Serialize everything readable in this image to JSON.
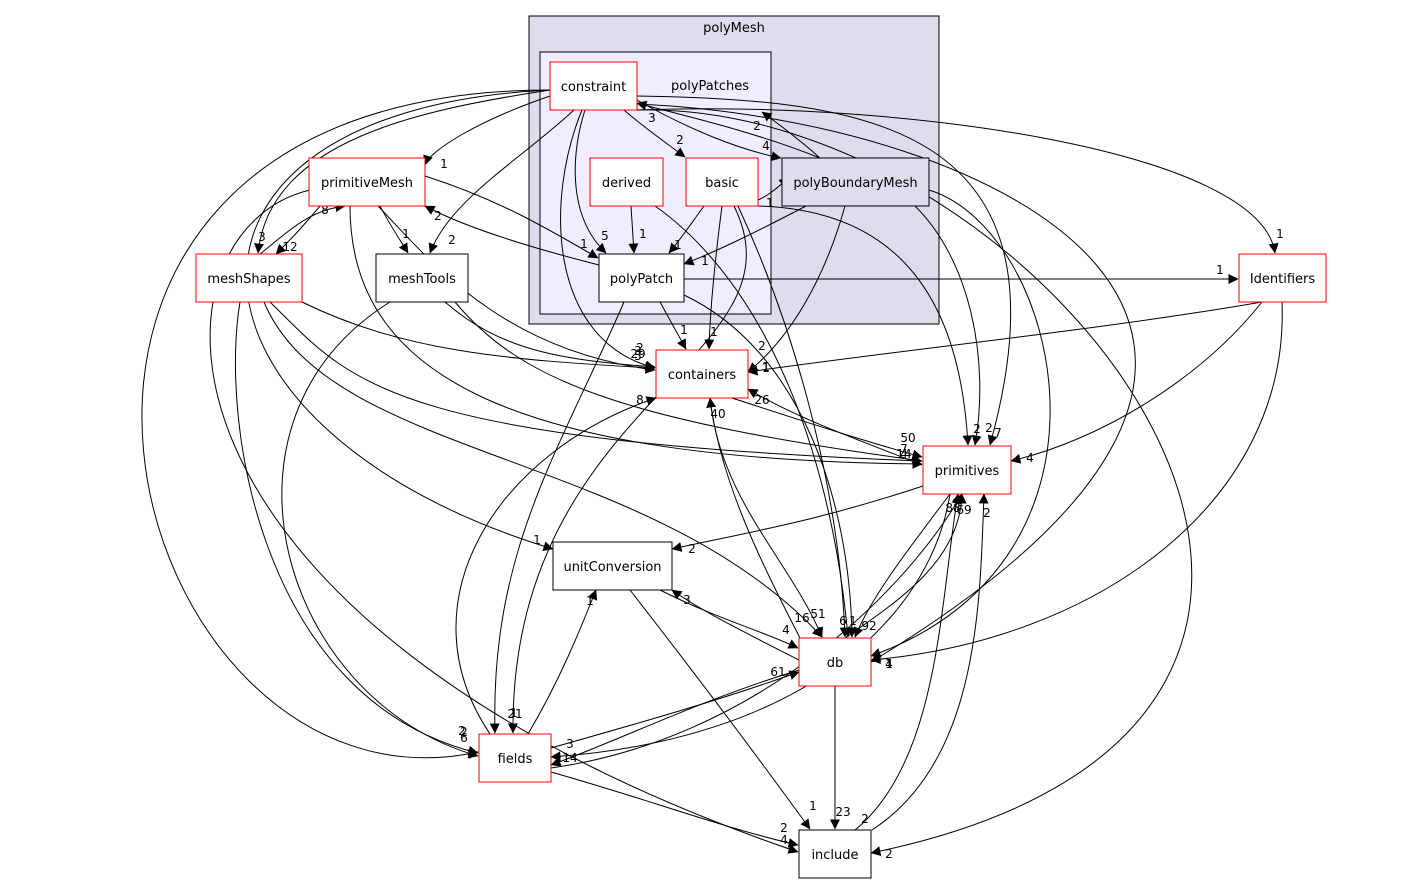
{
  "colors": {
    "outer_cluster_fill": "#ddddee",
    "inner_cluster_fill": "#eeeeff",
    "red_border": "#ff0000",
    "black_border": "#000000",
    "node_fill": "#ffffff",
    "dir_node_fill": "#ddddee"
  },
  "clusters": [
    {
      "id": "polyMesh",
      "label": "polyMesh"
    },
    {
      "id": "polyPatches",
      "label": "polyPatches"
    }
  ],
  "nodes": [
    {
      "id": "constraint",
      "label": "constraint",
      "border": "red"
    },
    {
      "id": "derived",
      "label": "derived",
      "border": "red"
    },
    {
      "id": "basic",
      "label": "basic",
      "border": "red"
    },
    {
      "id": "polyBoundaryMesh",
      "label": "polyBoundaryMesh",
      "border": "black"
    },
    {
      "id": "polyPatch",
      "label": "polyPatch",
      "border": "black"
    },
    {
      "id": "primitiveMesh",
      "label": "primitiveMesh",
      "border": "red"
    },
    {
      "id": "meshShapes",
      "label": "meshShapes",
      "border": "red"
    },
    {
      "id": "meshTools",
      "label": "meshTools",
      "border": "black"
    },
    {
      "id": "Identifiers",
      "label": "Identifiers",
      "border": "red"
    },
    {
      "id": "containers",
      "label": "containers",
      "border": "red"
    },
    {
      "id": "primitives",
      "label": "primitives",
      "border": "red"
    },
    {
      "id": "unitConversion",
      "label": "unitConversion",
      "border": "black"
    },
    {
      "id": "db",
      "label": "db",
      "border": "red"
    },
    {
      "id": "fields",
      "label": "fields",
      "border": "red"
    },
    {
      "id": "include",
      "label": "include",
      "border": "black"
    }
  ],
  "edges": [
    {
      "from": "constraint",
      "to": "basic",
      "label": "2"
    },
    {
      "from": "constraint",
      "to": "polyPatch",
      "label": "5"
    },
    {
      "from": "constraint",
      "to": "meshShapes",
      "label": "3"
    },
    {
      "from": "constraint",
      "to": "meshTools",
      "label": "2"
    },
    {
      "from": "constraint",
      "to": "containers",
      "label": "2"
    },
    {
      "from": "constraint",
      "to": "primitives",
      "label": "7"
    },
    {
      "from": "constraint",
      "to": "polyBoundaryMesh",
      "label": "4"
    },
    {
      "from": "constraint",
      "to": "primitiveMesh",
      "label": "1"
    },
    {
      "from": "constraint",
      "to": "Identifiers",
      "label": "1"
    },
    {
      "from": "constraint",
      "to": "unitConversion",
      "label": "1"
    },
    {
      "from": "constraint",
      "to": "fields",
      "label": "2"
    },
    {
      "from": "constraint",
      "to": "include",
      "label": "2"
    },
    {
      "from": "constraint",
      "to": "db",
      "label": "4"
    },
    {
      "from": "polyBoundaryMesh",
      "to": "constraint",
      "label": "3"
    },
    {
      "from": "polyBoundaryMesh",
      "to": "polyPatches",
      "label": "2"
    },
    {
      "from": "polyBoundaryMesh",
      "to": "polyPatch",
      "label": "1"
    },
    {
      "from": "polyBoundaryMesh",
      "to": "containers",
      "label": "1"
    },
    {
      "from": "polyBoundaryMesh",
      "to": "primitives",
      "label": "2"
    },
    {
      "from": "polyBoundaryMesh",
      "to": "db",
      "label": "1"
    },
    {
      "from": "derived",
      "to": "polyPatch",
      "label": "1"
    },
    {
      "from": "derived",
      "to": "db",
      "label": "6"
    },
    {
      "from": "basic",
      "to": "polyPatch",
      "label": "1"
    },
    {
      "from": "basic",
      "to": "containers",
      "label": "1"
    },
    {
      "from": "basic",
      "to": "polyBoundaryMesh",
      "label": "1"
    },
    {
      "from": "basic",
      "to": "primitives",
      "label": "2"
    },
    {
      "from": "basic",
      "to": "fields",
      "label": "21"
    },
    {
      "from": "basic",
      "to": "db",
      "label": "1"
    },
    {
      "from": "polyPatch",
      "to": "primitiveMesh",
      "label": "2"
    },
    {
      "from": "polyPatch",
      "to": "Identifiers",
      "label": "1"
    },
    {
      "from": "polyPatch",
      "to": "containers",
      "label": "1"
    },
    {
      "from": "polyPatch",
      "to": "db",
      "label": "2"
    },
    {
      "from": "polyPatch",
      "to": "fields",
      "label": "2"
    },
    {
      "from": "primitiveMesh",
      "to": "polyPatch",
      "label": "1"
    },
    {
      "from": "primitiveMesh",
      "to": "meshShapes",
      "label": "12"
    },
    {
      "from": "primitiveMesh",
      "to": "meshTools",
      "label": "1"
    },
    {
      "from": "primitiveMesh",
      "to": "containers",
      "label": "29"
    },
    {
      "from": "primitiveMesh",
      "to": "primitives",
      "label": "14"
    },
    {
      "from": "primitiveMesh",
      "to": "include",
      "label": "4"
    },
    {
      "from": "meshShapes",
      "to": "primitiveMesh",
      "label": "8"
    },
    {
      "from": "meshShapes",
      "to": "containers",
      "label": "3"
    },
    {
      "from": "meshShapes",
      "to": "primitives",
      "label": "4"
    },
    {
      "from": "meshShapes",
      "to": "db",
      "label": "16"
    },
    {
      "from": "meshShapes",
      "to": "fields",
      "label": "6"
    },
    {
      "from": "meshTools",
      "to": "containers",
      "label": "5"
    },
    {
      "from": "meshTools",
      "to": "primitives",
      "label": "7"
    },
    {
      "from": "meshTools",
      "to": "fields",
      "label": "1"
    },
    {
      "from": "Identifiers",
      "to": "containers",
      "label": "1"
    },
    {
      "from": "Identifiers",
      "to": "primitives",
      "label": "4"
    },
    {
      "from": "Identifiers",
      "to": "db",
      "label": "1"
    },
    {
      "from": "containers",
      "to": "primitives",
      "label": "50"
    },
    {
      "from": "containers",
      "to": "db",
      "label": "51"
    },
    {
      "from": "primitives",
      "to": "containers",
      "label": "26"
    },
    {
      "from": "primitives",
      "to": "unitConversion",
      "label": "2"
    },
    {
      "from": "primitives",
      "to": "db",
      "label": "92"
    },
    {
      "from": "primitives",
      "to": "fields",
      "label": "3"
    },
    {
      "from": "unitConversion",
      "to": "db",
      "label": "4"
    },
    {
      "from": "unitConversion",
      "to": "include",
      "label": "1"
    },
    {
      "from": "db",
      "to": "containers",
      "label": "40"
    },
    {
      "from": "db",
      "to": "primitives",
      "label": "69"
    },
    {
      "from": "db",
      "to": "unitConversion",
      "label": "3"
    },
    {
      "from": "db",
      "to": "fields",
      "label": "14"
    },
    {
      "from": "db",
      "to": "include",
      "label": "23"
    },
    {
      "from": "fields",
      "to": "containers",
      "label": "8"
    },
    {
      "from": "fields",
      "to": "unitConversion",
      "label": "1"
    },
    {
      "from": "fields",
      "to": "db",
      "label": "61"
    },
    {
      "from": "fields",
      "to": "primitives",
      "label": "88"
    },
    {
      "from": "fields",
      "to": "include",
      "label": "2"
    },
    {
      "from": "include",
      "to": "primitives",
      "label": "2"
    },
    {
      "from": "include",
      "to": "primitives",
      "label": "2"
    }
  ]
}
